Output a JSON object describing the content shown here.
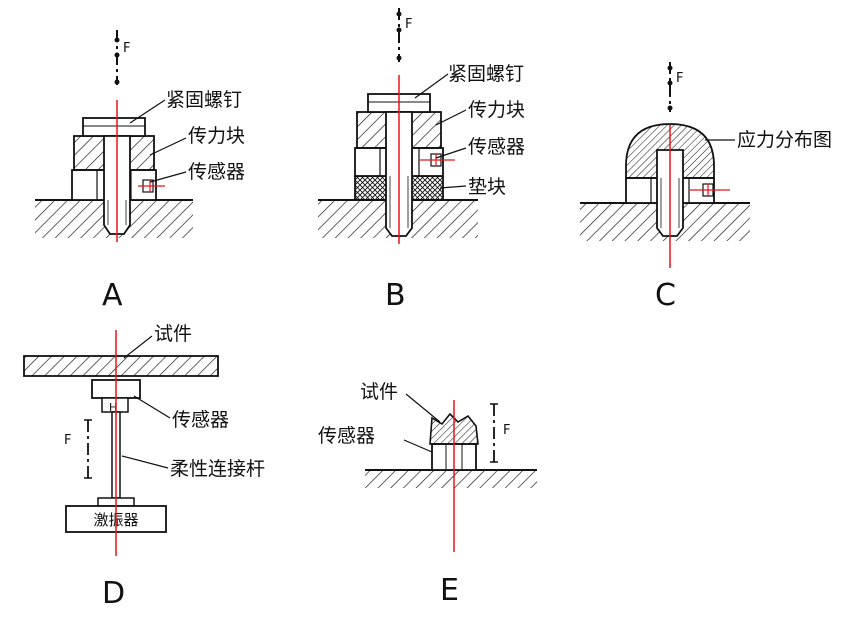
{
  "diagram": {
    "panels": [
      {
        "id": "A",
        "letter": "A",
        "force": "F",
        "labels": [
          "紧固螺钉",
          "传力块",
          "传感器"
        ]
      },
      {
        "id": "B",
        "letter": "B",
        "force": "F",
        "labels": [
          "紧固螺钉",
          "传力块",
          "传感器",
          "垫块"
        ]
      },
      {
        "id": "C",
        "letter": "C",
        "force": "F",
        "labels": [
          "应力分布图"
        ]
      },
      {
        "id": "D",
        "letter": "D",
        "force": "F",
        "labels": [
          "试件",
          "传感器",
          "柔性连接杆",
          "激振器"
        ]
      },
      {
        "id": "E",
        "letter": "E",
        "force": "F",
        "labels": [
          "试件",
          "传感器"
        ]
      }
    ],
    "colors": {
      "line": "#111111",
      "axis": "#e8141b"
    }
  }
}
